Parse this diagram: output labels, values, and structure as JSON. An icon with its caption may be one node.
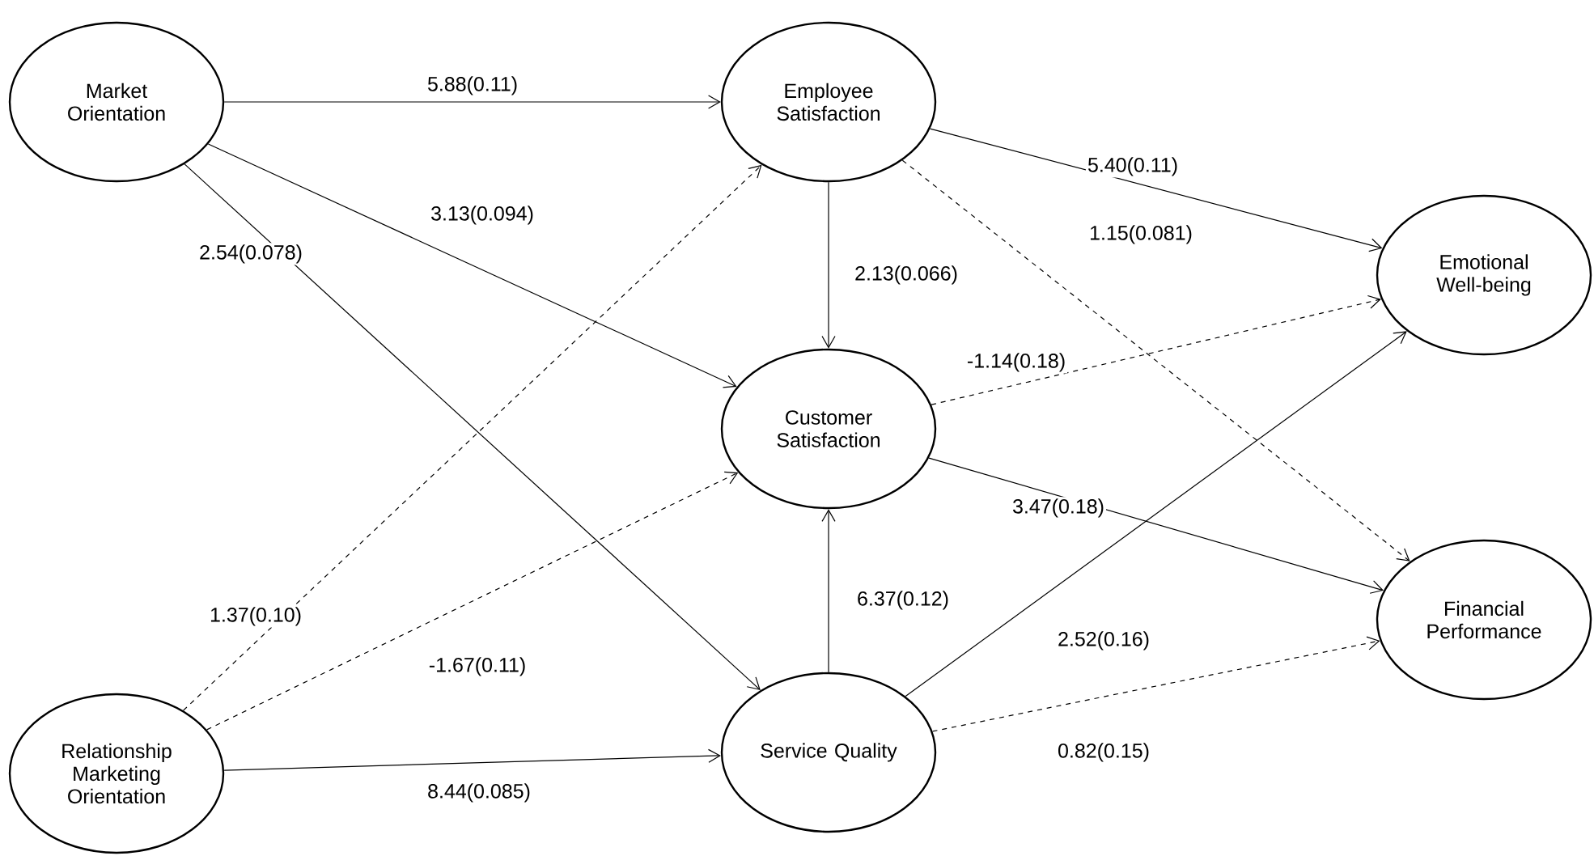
{
  "diagram": {
    "nodes": [
      {
        "text": [
          "Market Orientation"
        ]
      },
      {
        "text": [
          "Employee Satisfaction"
        ]
      },
      {
        "text": [
          "Emotional Well-being"
        ]
      },
      {
        "text": [
          "Customer Satisfaction"
        ]
      },
      {
        "text": [
          "Financial Performance"
        ]
      },
      {
        "text": [
          "Relationship Marketing Orientation"
        ]
      },
      {
        "text": [
          "Service Quality"
        ]
      }
    ],
    "edges": [
      {
        "from": 0,
        "to": 1,
        "arrow": "to",
        "label": "5.88(0.11)"
      },
      {
        "from": 0,
        "to": 3,
        "arrow": "to",
        "label": "3.13(0.094)"
      },
      {
        "from": 0,
        "to": 6,
        "arrow": "to",
        "label": "2.54(0.078)"
      },
      {
        "from": 5,
        "to": 1,
        "arrow": "to",
        "label": "1.37(0.10)",
        "style": "dashed"
      },
      {
        "from": 5,
        "to": 3,
        "arrow": "to",
        "label": "-1.67(0.11)",
        "style": "dashed"
      },
      {
        "from": 5,
        "to": 6,
        "arrow": "to",
        "label": "8.44(0.085)"
      },
      {
        "from": 1,
        "to": 3,
        "arrow": "to",
        "label": "2.13(0.066)"
      },
      {
        "from": 1,
        "to": 2,
        "arrow": "to",
        "label": "5.40(0.11)"
      },
      {
        "from": 1,
        "to": 4,
        "arrow": "to",
        "label": "1.15(0.081)",
        "style": "dashed"
      },
      {
        "from": 3,
        "to": 2,
        "arrow": "to",
        "label": "-1.14(0.18)",
        "style": "dashed"
      },
      {
        "from": 3,
        "to": 4,
        "arrow": "to",
        "label": "3.47(0.18)"
      },
      {
        "from": 6,
        "to": 3,
        "arrow": "to",
        "label": "6.37(0.12)"
      },
      {
        "from": 6,
        "to": 2,
        "arrow": "to",
        "label": "2.52(0.16)"
      },
      {
        "from": 6,
        "to": 4,
        "arrow": "to",
        "label": "0.82(0.15)",
        "style": "dashed"
      }
    ]
  }
}
